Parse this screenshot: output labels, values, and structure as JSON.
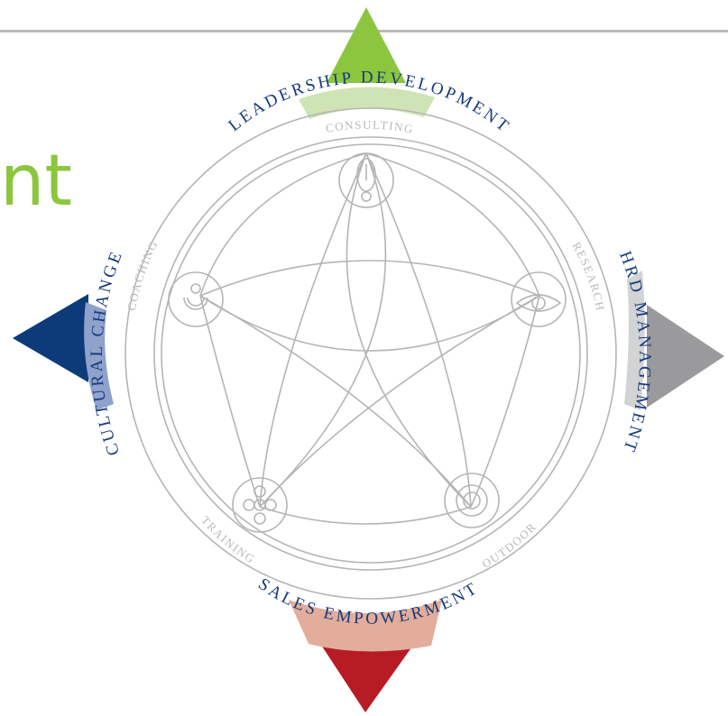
{
  "header": {
    "partial_title": "nt"
  },
  "colors": {
    "green": "#8cc63f",
    "navy": "#0d3b7a",
    "gray": "#9a9a9c",
    "red": "#b71c25",
    "line": "#b5b5b5",
    "label": "#173a7a"
  },
  "outer_labels": {
    "top": "LEADERSHIP DEVELOPMENT",
    "right": "HRD MANAGEMENT",
    "bottom": "SALES EMPOWERMENT",
    "left": "CULTURAL CHANGE"
  },
  "inner_labels": {
    "consulting": "CONSULTING",
    "research": "RESEARCH",
    "outdoor": "OUTDOOR",
    "training": "TRAINING",
    "coaching": "COACHING"
  },
  "icons": [
    "exclamation-icon",
    "eye-icon",
    "target-icon",
    "flower-icon",
    "smile-icon"
  ]
}
